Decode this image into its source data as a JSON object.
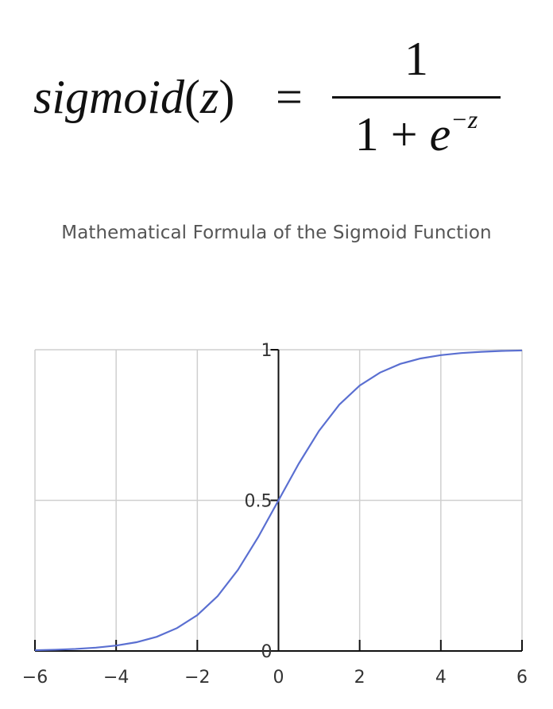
{
  "formula": {
    "function_name": "sigmoid",
    "open_paren": "(",
    "variable": "z",
    "close_paren": ")",
    "equals": "=",
    "numerator": "1",
    "denominator_prefix": "1 + ",
    "denominator_base": "e",
    "denominator_exponent": "−z"
  },
  "caption": "Mathematical Formula of the Sigmoid Function",
  "chart_data": {
    "type": "line",
    "title": "",
    "xlabel": "",
    "ylabel": "",
    "xlim": [
      -6,
      6
    ],
    "ylim": [
      0,
      1
    ],
    "grid": true,
    "series": [
      {
        "color": "#5a6fd1",
        "x": [
          -6,
          -5.5,
          -5,
          -4.5,
          -4,
          -3.5,
          -3,
          -2.5,
          -2,
          -1.5,
          -1,
          -0.5,
          0,
          0.5,
          1,
          1.5,
          2,
          2.5,
          3,
          3.5,
          4,
          4.5,
          5,
          5.5,
          6
        ],
        "y": [
          0.0025,
          0.0041,
          0.0067,
          0.011,
          0.018,
          0.029,
          0.047,
          0.076,
          0.119,
          0.182,
          0.269,
          0.378,
          0.5,
          0.622,
          0.731,
          0.818,
          0.881,
          0.924,
          0.953,
          0.971,
          0.982,
          0.989,
          0.993,
          0.996,
          0.9975
        ]
      }
    ],
    "x_ticks": [
      {
        "value": -6,
        "label": "−6"
      },
      {
        "value": -4,
        "label": "−4"
      },
      {
        "value": -2,
        "label": "−2"
      },
      {
        "value": 0,
        "label": "0"
      },
      {
        "value": 2,
        "label": "2"
      },
      {
        "value": 4,
        "label": "4"
      },
      {
        "value": 6,
        "label": "6"
      }
    ],
    "y_ticks": [
      {
        "value": 0,
        "label": "0"
      },
      {
        "value": 0.5,
        "label": "0.5"
      },
      {
        "value": 1,
        "label": "1"
      }
    ],
    "colors": {
      "grid": "#cfcfcf",
      "axis": "#111111",
      "curve": "#5a6fd1"
    }
  }
}
